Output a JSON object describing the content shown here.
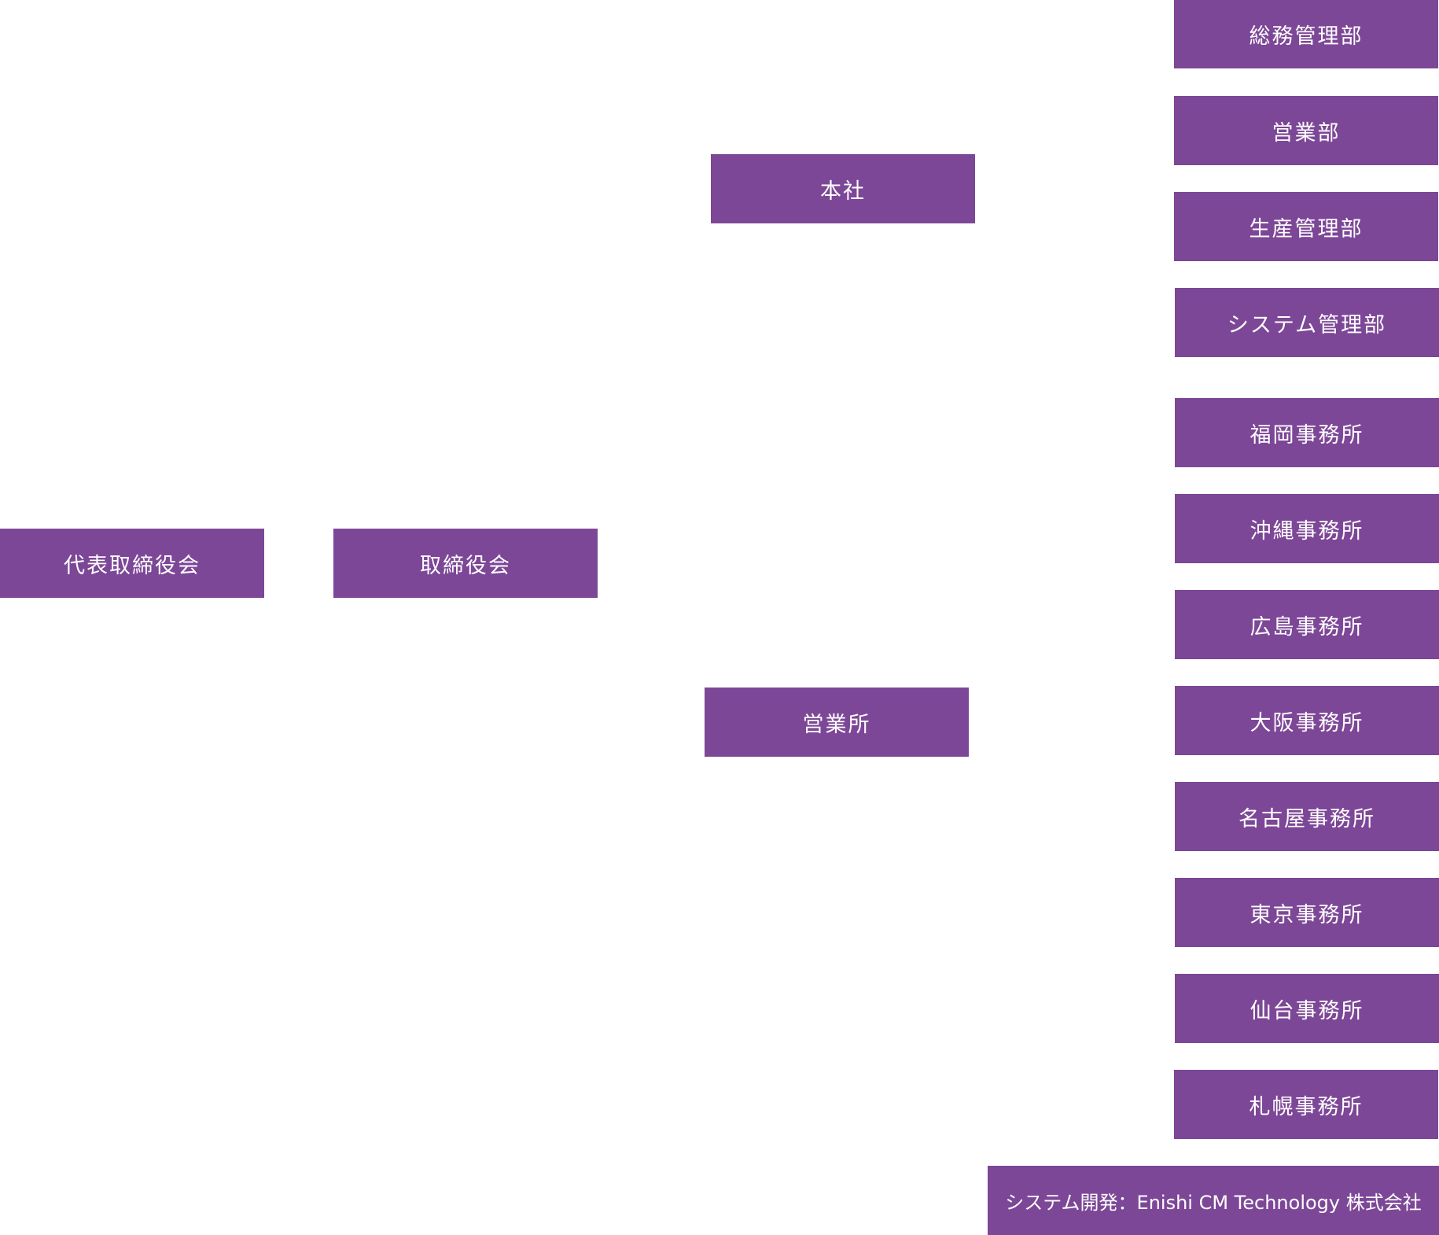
{
  "theme": {
    "node_color": "#7d4797",
    "text_color": "#ffffff"
  },
  "nodes": {
    "ceo": "代表取締役会",
    "board": "取締役会",
    "head_office": "本社",
    "sales_offices": "営業所",
    "departments": [
      "総務管理部",
      "営業部",
      "生産管理部",
      "システム管理部"
    ],
    "offices": [
      "福岡事務所",
      "沖縄事務所",
      "広島事務所",
      "大阪事務所",
      "名古屋事務所",
      "東京事務所",
      "仙台事務所",
      "札幌事務所"
    ],
    "partner": "システム開発：Enishi CM Technology 株式会社"
  }
}
